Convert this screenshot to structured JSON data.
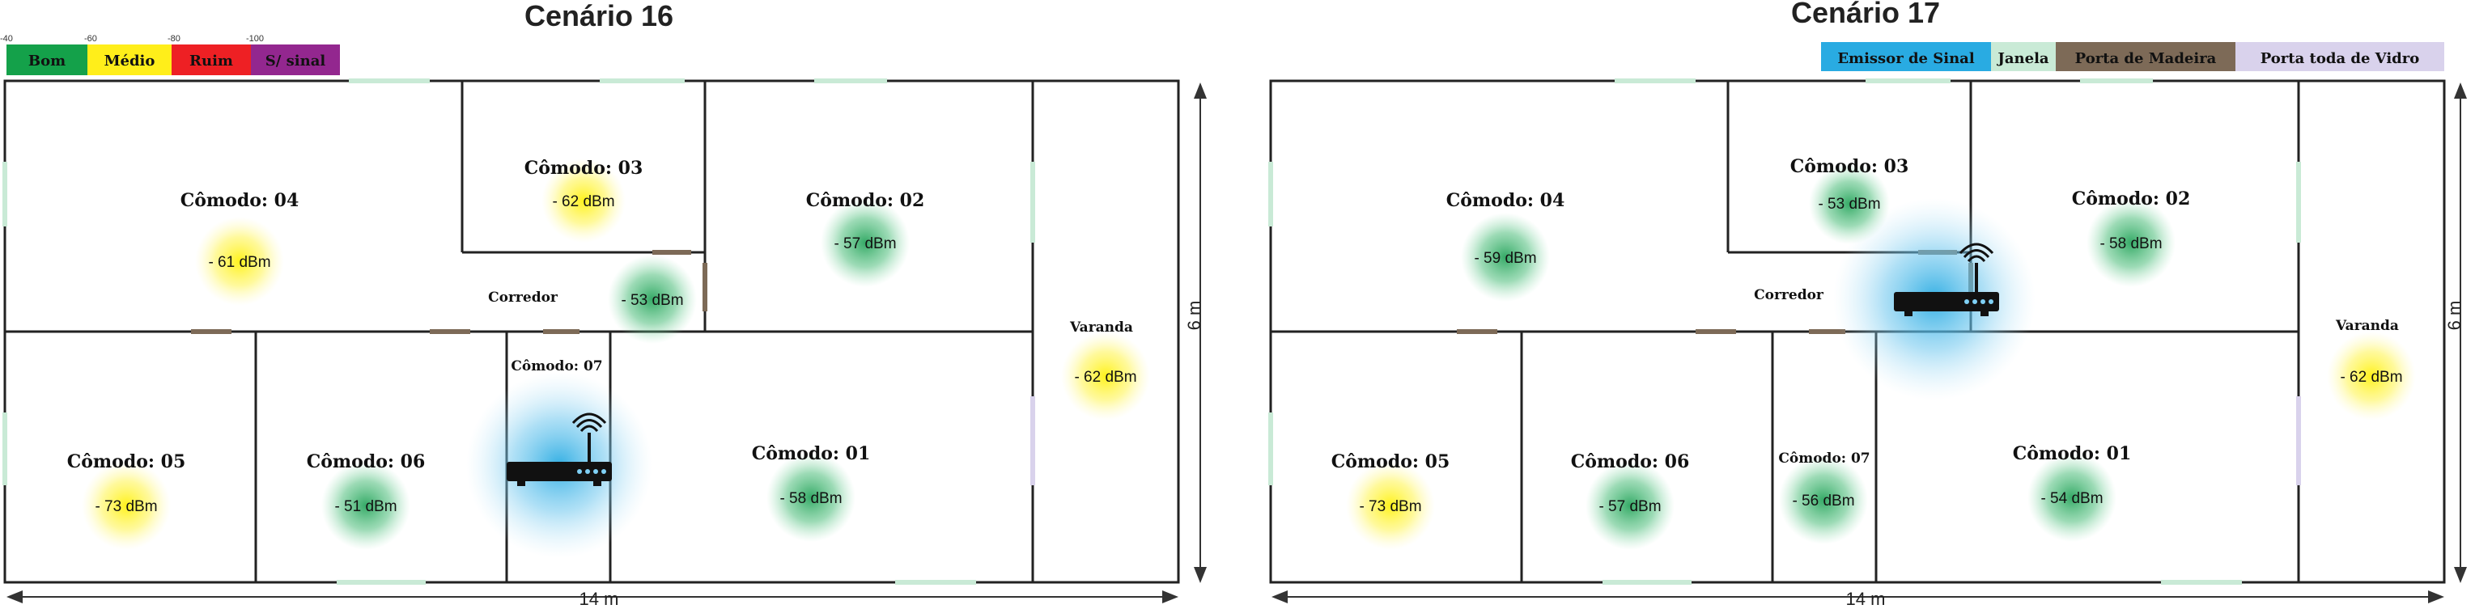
{
  "signal_legend": {
    "ticks": [
      "-40",
      "-60",
      "-80",
      "-100"
    ],
    "items": [
      {
        "label": "Bom",
        "color": "#14a14a"
      },
      {
        "label": "Médio",
        "color": "#ffee1a"
      },
      {
        "label": "Ruim",
        "color": "#ee2024"
      },
      {
        "label": "S/ sinal",
        "color": "#93278f"
      }
    ]
  },
  "element_legend": {
    "items": [
      {
        "label": "Emissor de Sinal",
        "color": "#29abe2"
      },
      {
        "label": "Janela",
        "color": "#c9ead6"
      },
      {
        "label": "Porta de Madeira",
        "color": "#7d6a57"
      },
      {
        "label": "Porta toda de Vidro",
        "color": "#d9d2ec"
      }
    ]
  },
  "scenarios": [
    {
      "title": "Cenário 16",
      "width_label": "14 m",
      "height_label": "6 m",
      "rooms": [
        {
          "name": "Cômodo: 04",
          "value": "- 61 dBm",
          "quality": "medio"
        },
        {
          "name": "Cômodo: 03",
          "value": "- 62 dBm",
          "quality": "medio"
        },
        {
          "name": "Cômodo: 02",
          "value": "- 57 dBm",
          "quality": "bom"
        },
        {
          "name": "Corredor",
          "value": "- 53 dBm",
          "quality": "bom"
        },
        {
          "name": "Varanda",
          "value": "- 62 dBm",
          "quality": "medio"
        },
        {
          "name": "Cômodo: 07",
          "value": "",
          "quality": "router"
        },
        {
          "name": "Cômodo: 05",
          "value": "- 73 dBm",
          "quality": "medio"
        },
        {
          "name": "Cômodo: 06",
          "value": "- 51 dBm",
          "quality": "bom"
        },
        {
          "name": "Cômodo: 01",
          "value": "- 58 dBm",
          "quality": "bom"
        }
      ]
    },
    {
      "title": "Cenário 17",
      "width_label": "14 m",
      "height_label": "6 m",
      "rooms": [
        {
          "name": "Cômodo: 04",
          "value": "- 59 dBm",
          "quality": "bom"
        },
        {
          "name": "Cômodo: 03",
          "value": "- 53 dBm",
          "quality": "bom"
        },
        {
          "name": "Cômodo: 02",
          "value": "- 58 dBm",
          "quality": "bom"
        },
        {
          "name": "Corredor",
          "value": "",
          "quality": "router"
        },
        {
          "name": "Varanda",
          "value": "- 62 dBm",
          "quality": "medio"
        },
        {
          "name": "Cômodo: 07",
          "value": "- 56 dBm",
          "quality": "bom"
        },
        {
          "name": "Cômodo: 05",
          "value": "- 73 dBm",
          "quality": "medio"
        },
        {
          "name": "Cômodo: 06",
          "value": "- 57 dBm",
          "quality": "bom"
        },
        {
          "name": "Cômodo: 01",
          "value": "- 54 dBm",
          "quality": "bom"
        }
      ]
    }
  ]
}
